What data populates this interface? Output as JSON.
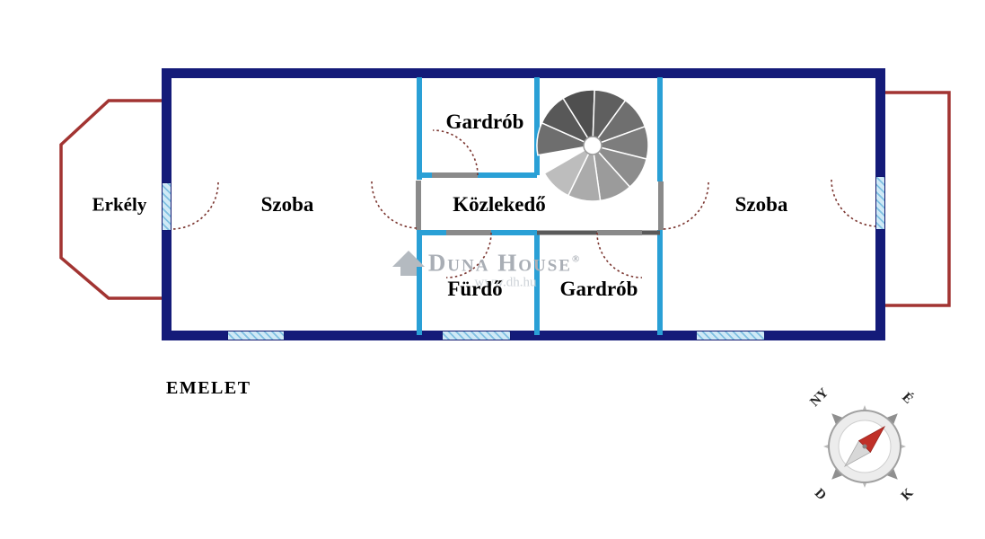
{
  "plan": {
    "floor_label": "EMELET",
    "rooms": {
      "erkely": {
        "label": "Erkély"
      },
      "szoba_left": {
        "label": "Szoba"
      },
      "gardrob_top": {
        "label": "Gardrób"
      },
      "kozlekedo": {
        "label": "Közlekedő"
      },
      "furdo": {
        "label": "Fürdő"
      },
      "gardrob_bottom": {
        "label": "Gardrób"
      },
      "szoba_right": {
        "label": "Szoba"
      }
    }
  },
  "watermark": {
    "brand": "Duna House",
    "registered_mark": "®",
    "url": "www.dh.hu"
  },
  "compass": {
    "nw": "NY",
    "ne": "É",
    "sw": "D",
    "se": "K"
  },
  "colors": {
    "outer_wall": "#141b79",
    "inner_wall": "#2aa0d6",
    "balcony_outline": "#a23432",
    "window_fill": "#cfe9f6",
    "door_arc": "#7a342e",
    "compass_needle": "#c03028"
  }
}
